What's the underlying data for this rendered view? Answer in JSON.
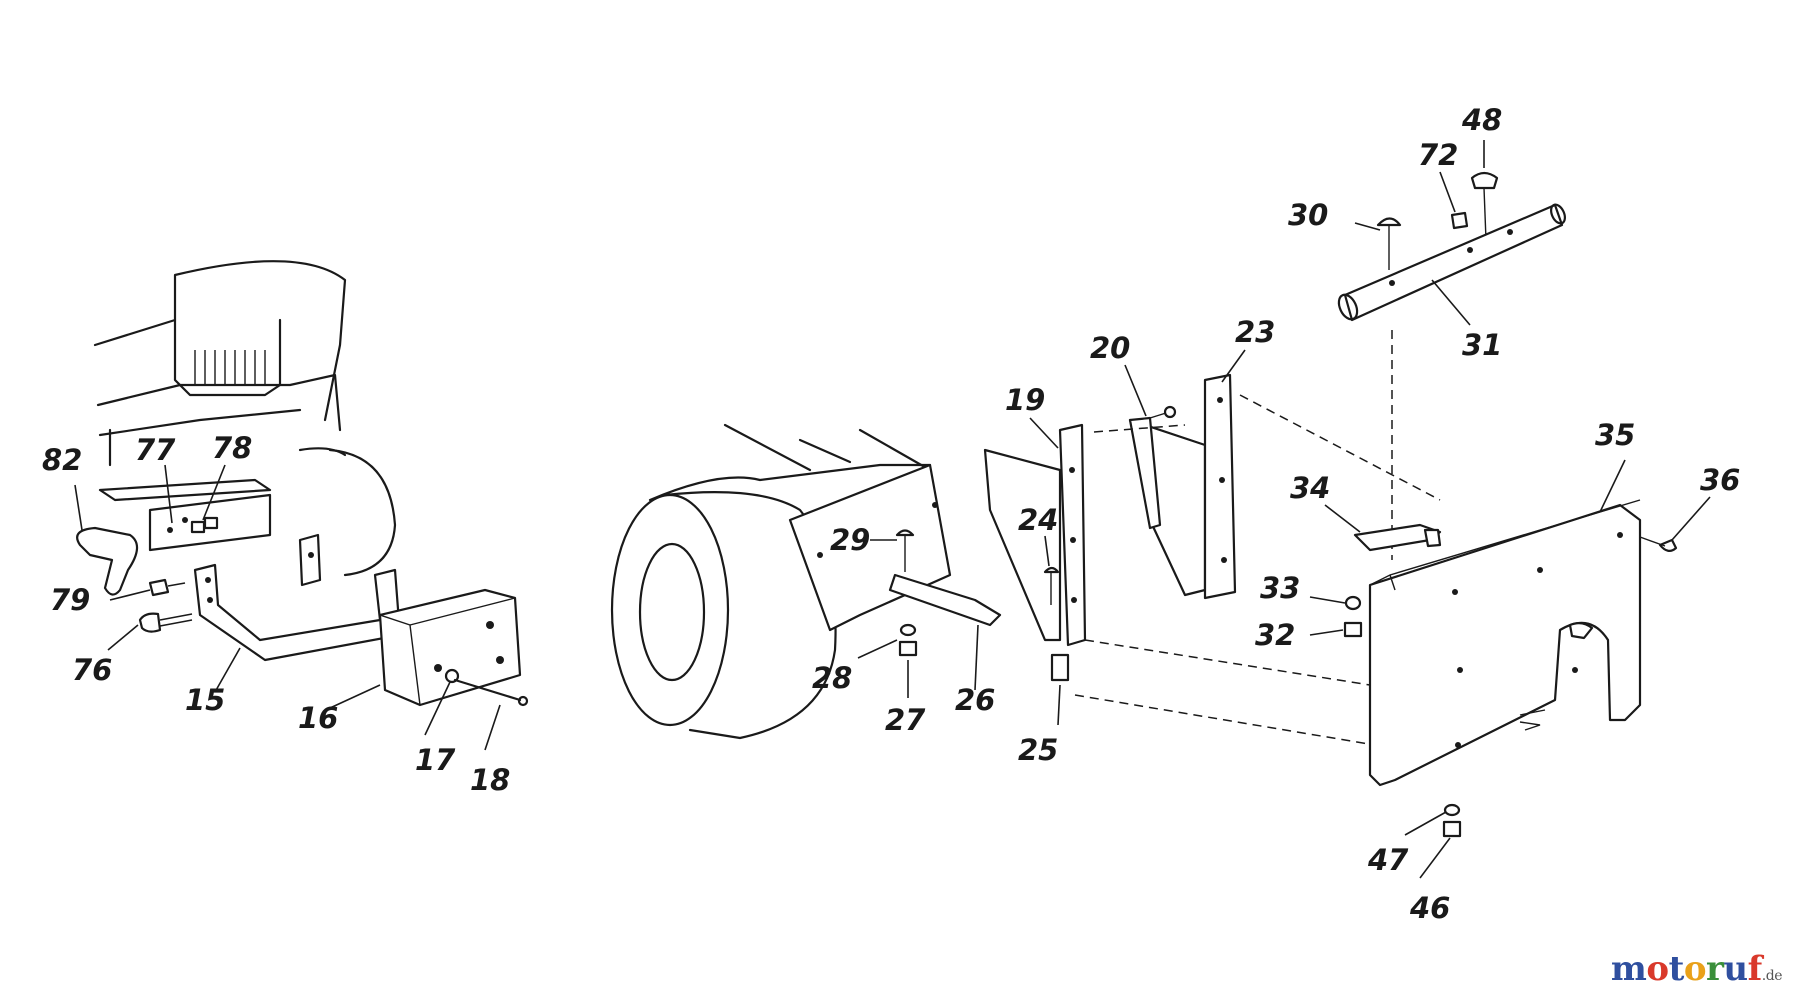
{
  "callouts": {
    "c82": "82",
    "c77": "77",
    "c78": "78",
    "c79": "79",
    "c76": "76",
    "c15": "15",
    "c16": "16",
    "c17": "17",
    "c18": "18",
    "c29": "29",
    "c28": "28",
    "c27": "27",
    "c26": "26",
    "c19": "19",
    "c24": "24",
    "c25": "25",
    "c20": "20",
    "c23": "23",
    "c30": "30",
    "c72": "72",
    "c48": "48",
    "c31": "31",
    "c34": "34",
    "c35": "35",
    "c36": "36",
    "c33": "33",
    "c32": "32",
    "c47": "47",
    "c46": "46"
  },
  "watermark": {
    "letters": [
      "m",
      "o",
      "t",
      "o",
      "r",
      "u",
      "f"
    ],
    "letter_colors": [
      "#2f4f9f",
      "#d9392b",
      "#2f4f9f",
      "#e9a11a",
      "#3a8f3a",
      "#2f4f9f",
      "#d9392b"
    ],
    "tld": ".de"
  },
  "colors": {
    "line": "#1a1a1a",
    "background": "#ffffff"
  }
}
